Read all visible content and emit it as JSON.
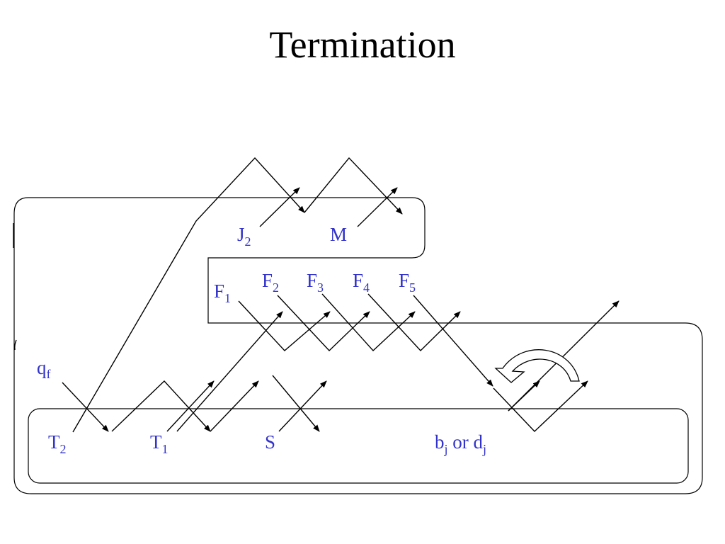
{
  "slide": {
    "title": "Termination"
  },
  "colors": {
    "label": "#3333cc",
    "line": "#000000",
    "background": "#ffffff"
  },
  "labels": {
    "J2": {
      "base": "J",
      "sub": "2"
    },
    "M": {
      "base": "M",
      "sub": ""
    },
    "F1": {
      "base": "F",
      "sub": "1"
    },
    "F2": {
      "base": "F",
      "sub": "2"
    },
    "F3": {
      "base": "F",
      "sub": "3"
    },
    "F4": {
      "base": "F",
      "sub": "4"
    },
    "F5": {
      "base": "F",
      "sub": "5"
    },
    "qf": {
      "base": "q",
      "sub": "f"
    },
    "T2": {
      "base": "T",
      "sub": "2"
    },
    "T1": {
      "base": "T",
      "sub": "1"
    },
    "S": {
      "base": "S",
      "sub": ""
    },
    "bd": {
      "b": "b",
      "b_sub": "j",
      "or": " or ",
      "d": "d",
      "d_sub": "j"
    }
  }
}
